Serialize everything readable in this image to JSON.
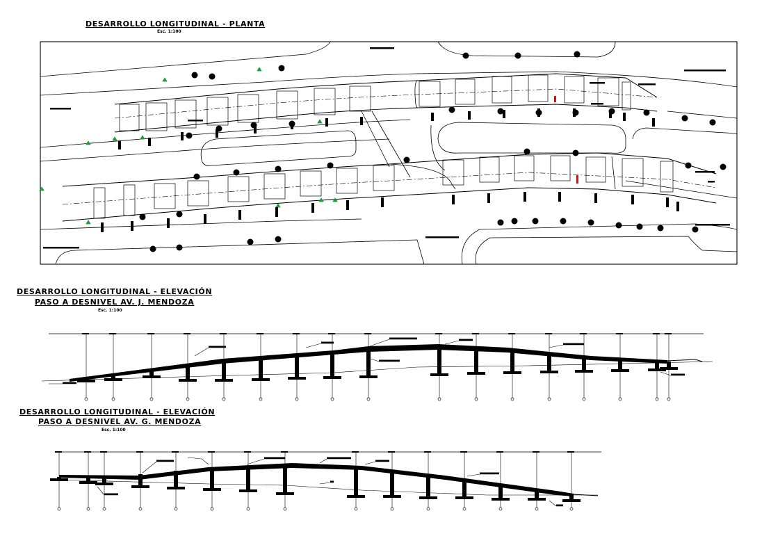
{
  "plan": {
    "title": "DESARROLLO LONGITUDINAL - PLANTA",
    "scale": "Esc. 1:100"
  },
  "elevation_1": {
    "title_line1": "DESARROLLO LONGITUDINAL  - ELEVACIÓN",
    "title_line2": "PASO A DESNIVEL AV. J. MENDOZA",
    "scale": "Esc. 1:100"
  },
  "elevation_2": {
    "title_line1": "DESARROLLO LONGITUDINAL - ELEVACIÓN",
    "title_line2": "PASO A DESNIVEL AV. G. MENDOZA",
    "scale": "Esc. 1:100"
  },
  "colors": {
    "line": "#000000",
    "tree": "#1e9a3c",
    "marker": "#d01010",
    "background": "#ffffff"
  }
}
